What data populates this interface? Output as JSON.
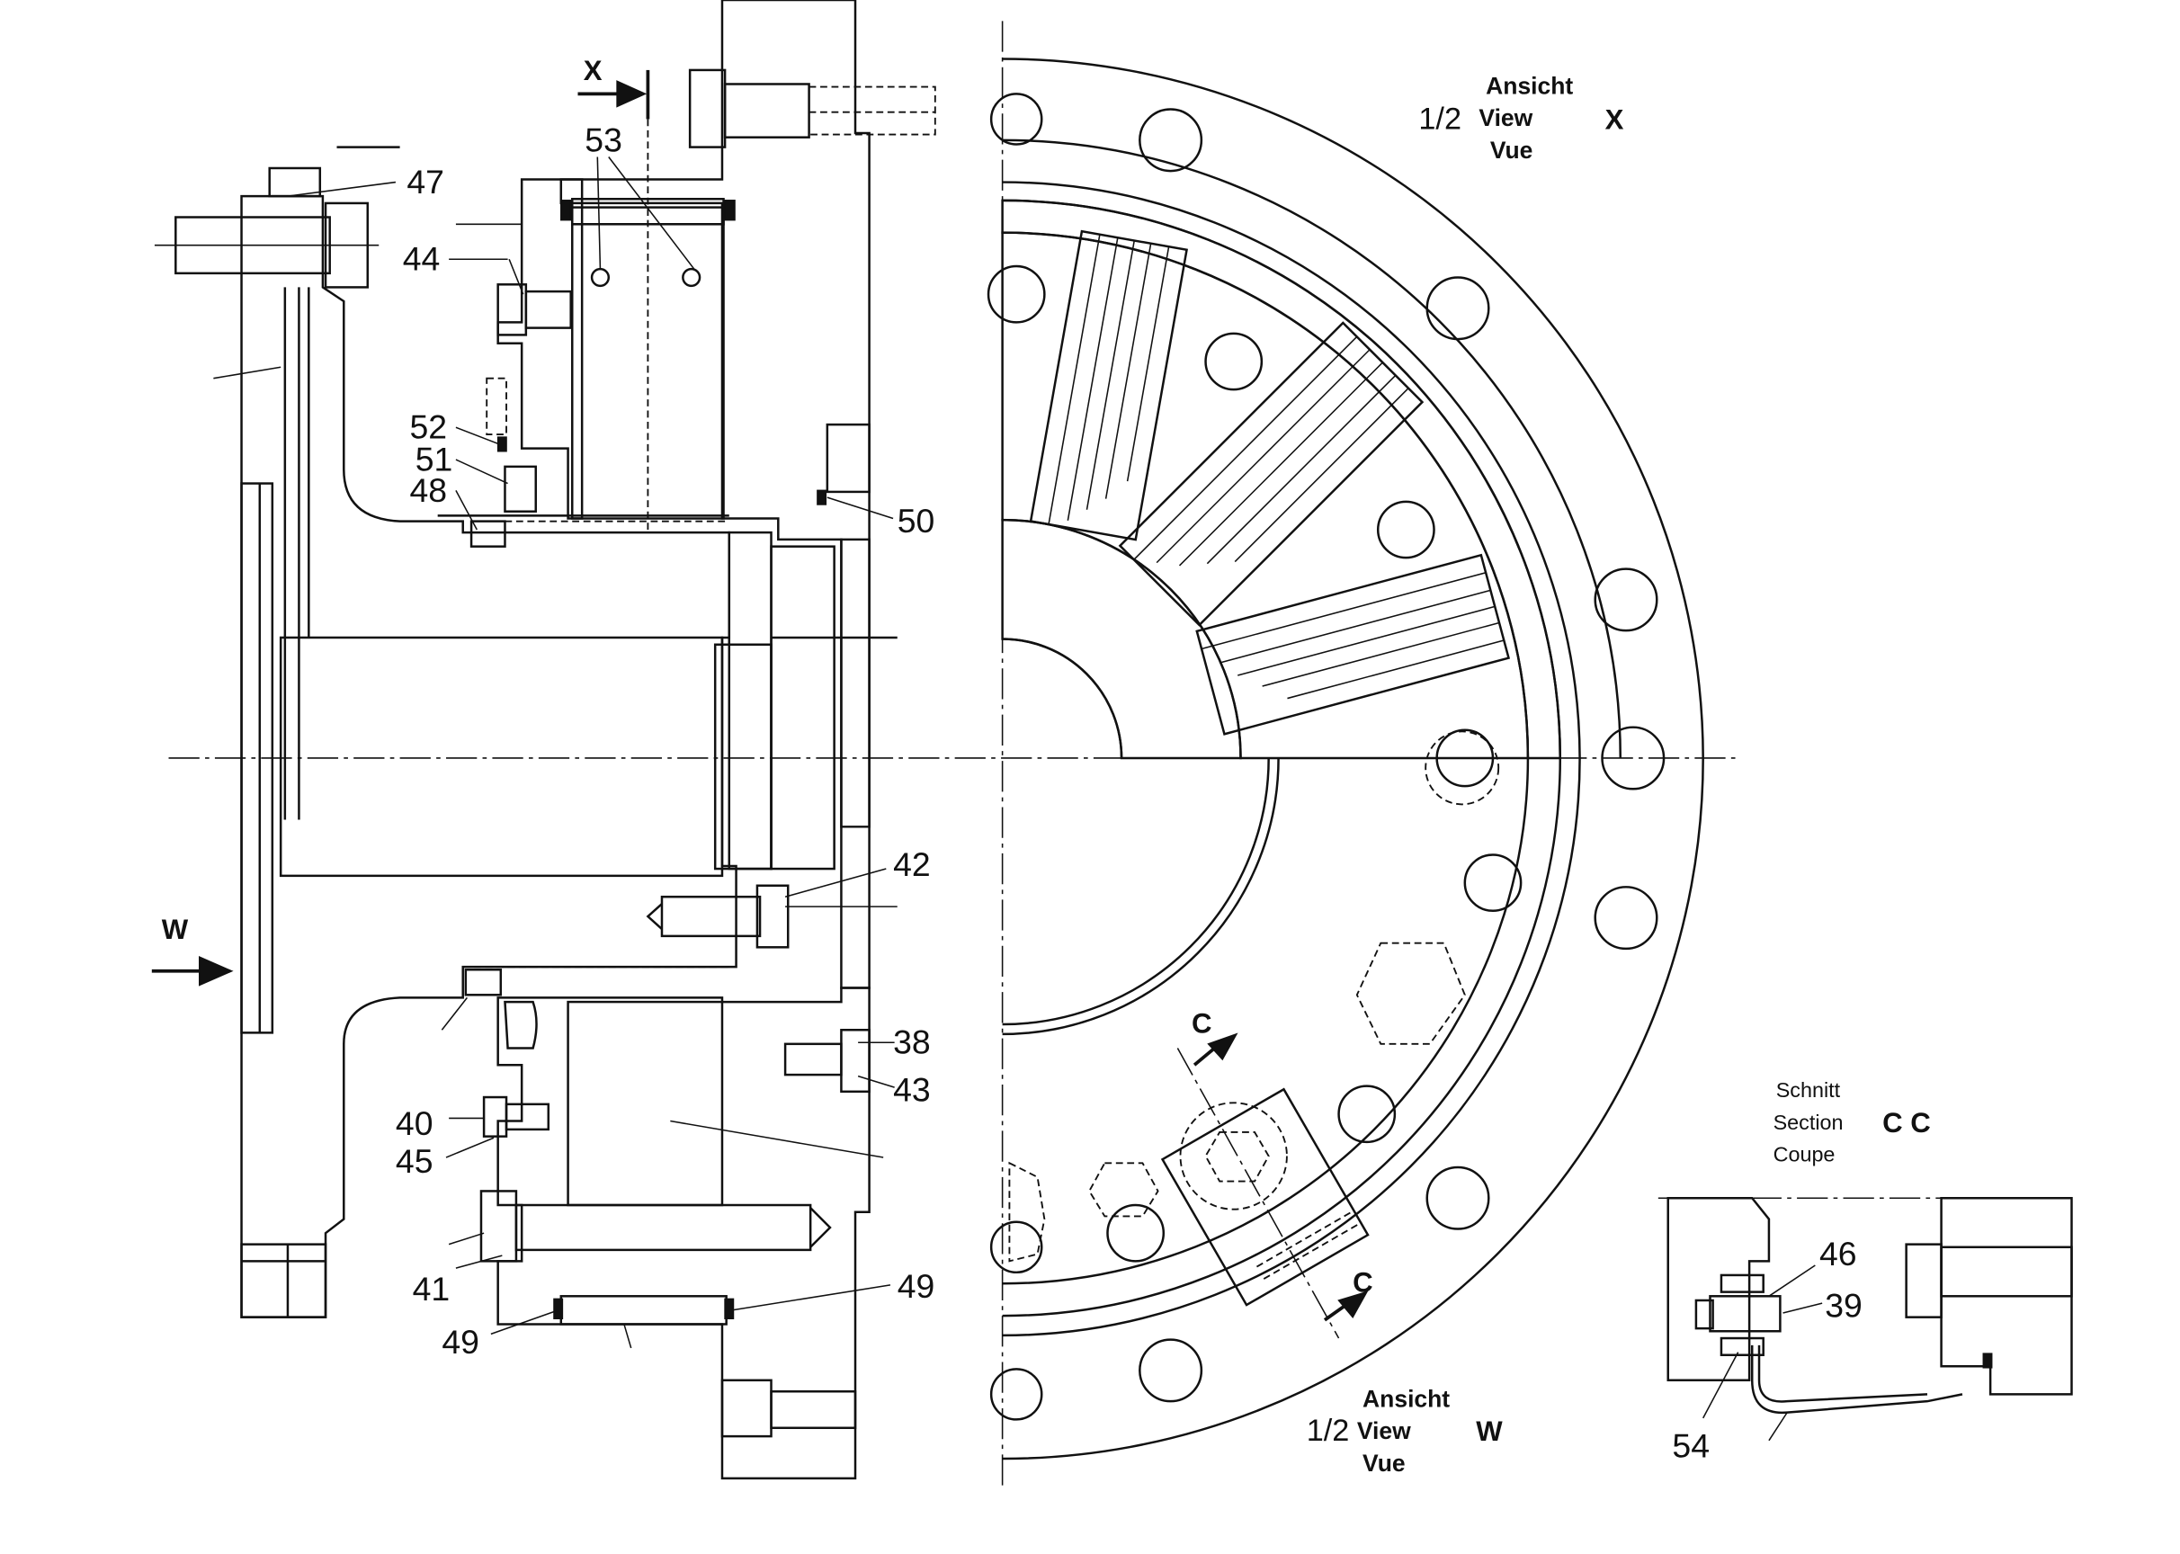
{
  "view_x": {
    "fraction": "1/2",
    "line1": "Ansicht",
    "line2": "View",
    "line3": "Vue",
    "letter": "X"
  },
  "view_w": {
    "fraction": "1/2",
    "line1": "Ansicht",
    "line2": "View",
    "line3": "Vue",
    "letter": "W"
  },
  "section_cc": {
    "line1": "Schnitt",
    "line2": "Section",
    "line3": "Coupe",
    "letter": "C C"
  },
  "markers": {
    "x_arrow": "X",
    "w_arrow": "W",
    "c_top": "C",
    "c_bottom": "C"
  },
  "part_numbers": {
    "p47": "47",
    "p44": "44",
    "p53": "53",
    "p52": "52",
    "p51": "51",
    "p48": "48",
    "p50": "50",
    "p42": "42",
    "p38": "38",
    "p43": "43",
    "p40": "40",
    "p45": "45",
    "p41": "41",
    "p49a": "49",
    "p49b": "49",
    "p46": "46",
    "p39": "39",
    "p54": "54"
  }
}
